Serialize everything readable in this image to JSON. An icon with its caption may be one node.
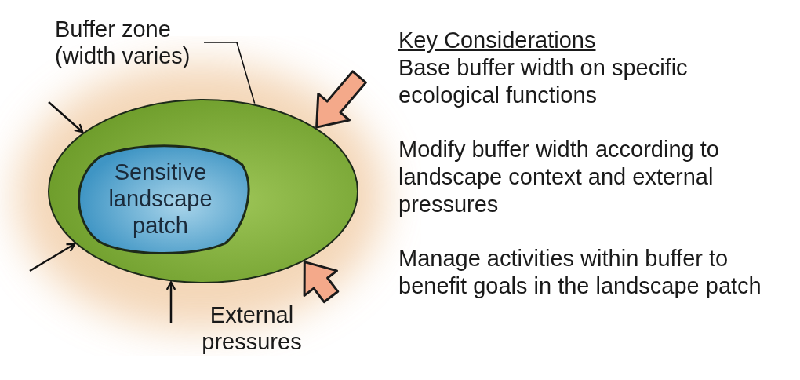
{
  "diagram": {
    "nodes": [
      {
        "text": [
          "Buffer zone (width varies)"
        ]
      },
      {
        "text": [],
        "shape": "circle"
      },
      {
        "text": [
          "Sensitive landscape patch"
        ],
        "in": 1
      }
    ],
    "edges": [
      {
        "from": 0,
        "to": 1,
        "arrow": "none"
      },
      {
        "from": null,
        "to": 1,
        "arrow": "to"
      },
      {
        "from": null,
        "to": 1,
        "arrow": "to"
      },
      {
        "from": null,
        "to": 1,
        "arrow": "to"
      },
      {
        "from": null,
        "to": 1,
        "arrow": "to",
        "style": "thick",
        "color": "#f4a98a"
      },
      {
        "from": null,
        "to": 1,
        "arrow": "to",
        "style": "thick",
        "color": "#f4a98a"
      }
    ],
    "labels": [
      "Key Considerations",
      "Base buffer width on specific ecological functions",
      "Modify buffer width according to landscape context and external pressures",
      "Manage activities within buffer to benefit goals in the landscape patch",
      "External pressures"
    ]
  }
}
